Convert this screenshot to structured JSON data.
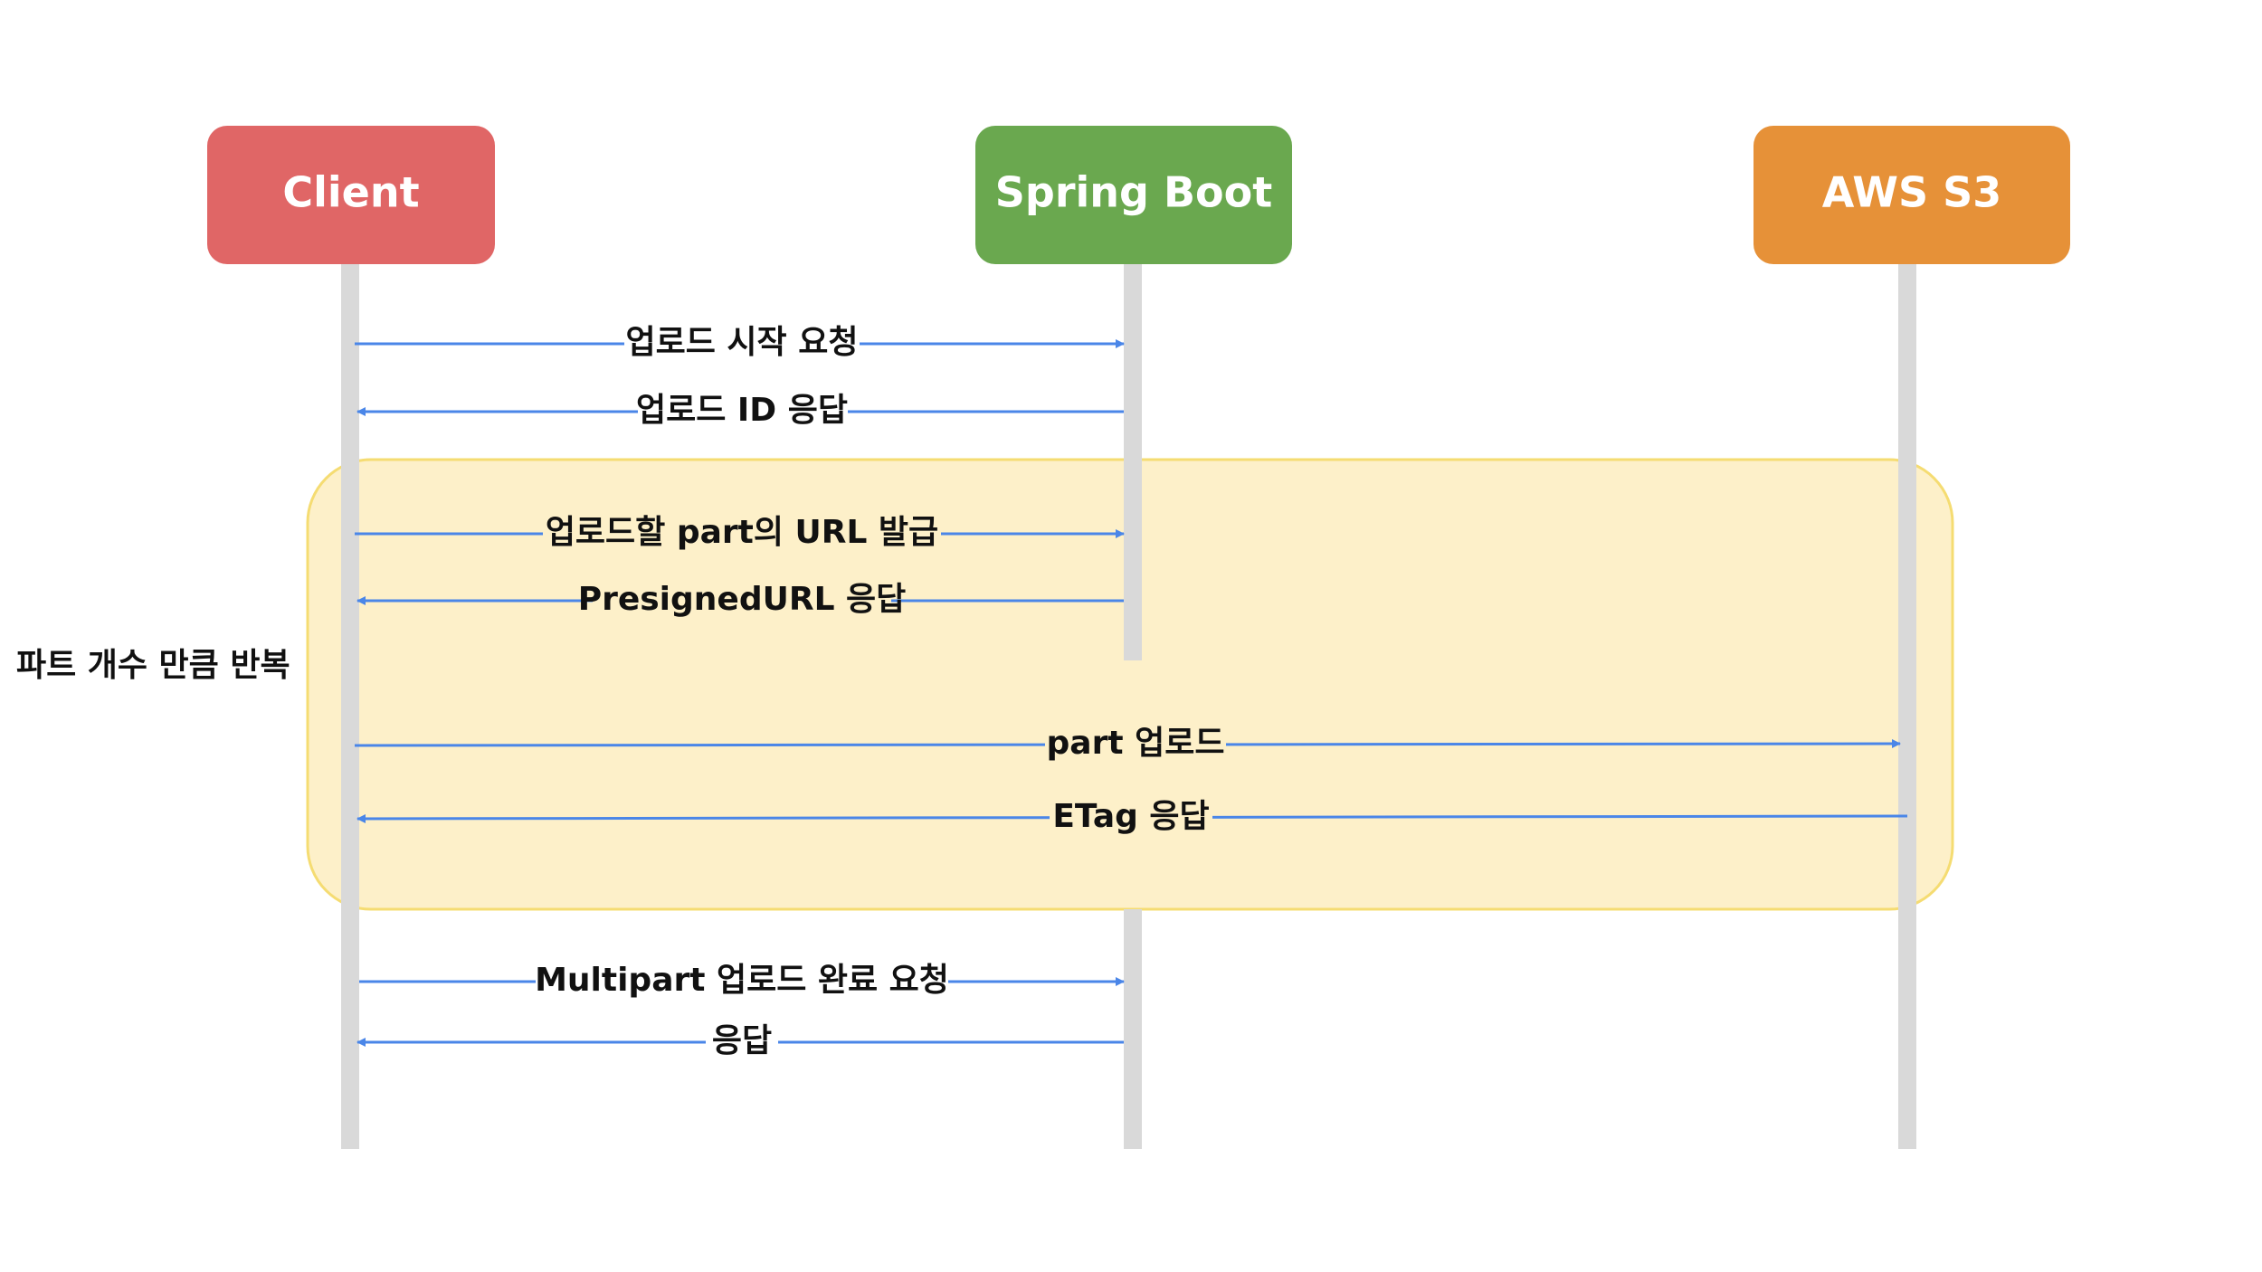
{
  "actors": [
    {
      "id": "client",
      "label": "Client",
      "color": "#e06666"
    },
    {
      "id": "spring",
      "label": "Spring Boot",
      "color": "#6aa84f"
    },
    {
      "id": "s3",
      "label": "AWS S3",
      "color": "#e69138"
    }
  ],
  "loop": {
    "label": "파트 개수 만큼 반복",
    "fill": "#fdf0c9",
    "stroke": "#f5dc72"
  },
  "messages": [
    {
      "id": "upload-start-request",
      "label": "업로드 시작 요청",
      "from": "client",
      "to": "spring",
      "in_loop": false
    },
    {
      "id": "upload-id-response",
      "label": "업로드 ID 응답",
      "from": "spring",
      "to": "client",
      "in_loop": false
    },
    {
      "id": "part-url-issue",
      "label": "업로드할 part의 URL 발급",
      "from": "client",
      "to": "spring",
      "in_loop": true
    },
    {
      "id": "presigned-url-response",
      "label": "PresignedURL 응답",
      "from": "spring",
      "to": "client",
      "in_loop": true
    },
    {
      "id": "part-upload",
      "label": "part 업로드",
      "from": "client",
      "to": "s3",
      "in_loop": true
    },
    {
      "id": "etag-response",
      "label": "ETag 응답",
      "from": "s3",
      "to": "client",
      "in_loop": true
    },
    {
      "id": "multipart-complete-request",
      "label": "Multipart 업로드 완료 요청",
      "from": "client",
      "to": "spring",
      "in_loop": false
    },
    {
      "id": "complete-response",
      "label": "응답",
      "from": "spring",
      "to": "client",
      "in_loop": false
    }
  ],
  "colors": {
    "arrow": "#4a86e8",
    "lifeline": "#d9d9d9"
  }
}
